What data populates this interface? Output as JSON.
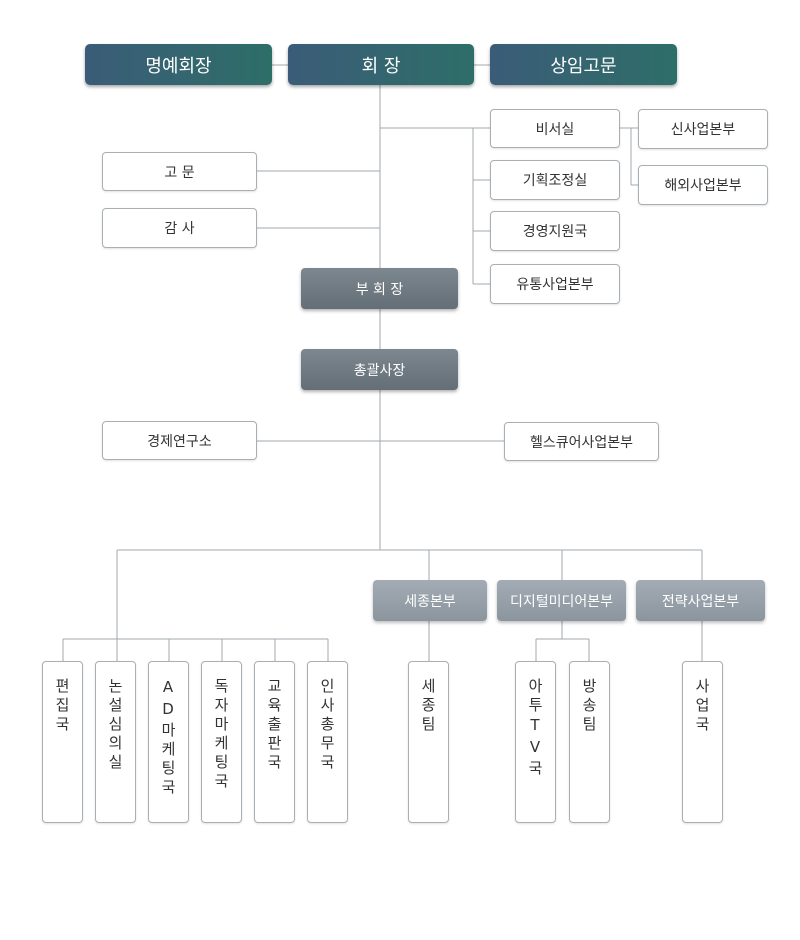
{
  "top": {
    "honorary_chairman": "명예회장",
    "chairman": "회 장",
    "adviser": "상임고문"
  },
  "staff_left": {
    "advisor": "고 문",
    "audit": "감 사"
  },
  "staff_right": {
    "secretariat": "비서실",
    "planning": "기획조정실",
    "management_support": "경영지원국",
    "distribution": "유통사업본부",
    "new_business": "신사업본부",
    "overseas": "해외사업본부"
  },
  "vice_chairman": "부 회 장",
  "ceo": "총괄사장",
  "institute": "경제연구소",
  "healthcare": "헬스큐어사업본부",
  "divisions": {
    "sejong": "세종본부",
    "digital_media": "디지털미디어본부",
    "strategy": "전략사업본부"
  },
  "departments": {
    "editorial": "편집국",
    "editorial_board": "논설심의실",
    "ad_marketing": "AD마케팅국",
    "reader_marketing": "독자마케팅국",
    "education_publishing": "교육출판국",
    "hr_general": "인사총무국",
    "sejong_team": "세종팀",
    "atv": "아투TV국",
    "broadcast_team": "방송팀",
    "business": "사업국"
  }
}
